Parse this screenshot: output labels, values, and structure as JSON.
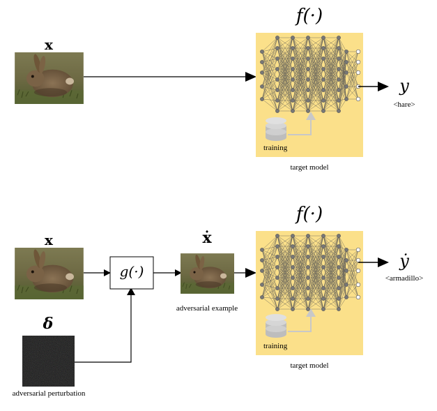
{
  "top": {
    "input_symbol": "x",
    "model_symbol": "f(·)",
    "output_symbol": "y",
    "output_label": "<hare>",
    "training_label": "training",
    "model_caption": "target model"
  },
  "bottom": {
    "input_symbol": "x",
    "perturbation_symbol": "δ",
    "generator_symbol": "g(·)",
    "adv_symbol": "ẋ",
    "adv_label": "adversarial example",
    "perturbation_label": "adversarial perturbation",
    "model_symbol": "f(·)",
    "output_symbol": "ẏ",
    "output_label": "<armadillo>",
    "training_label": "training",
    "model_caption": "target model"
  },
  "colors": {
    "model_box": "#fbe08a",
    "node_fill": "#777777",
    "output_node_fill": "#ffffff",
    "training_arrow": "#c8c8c8",
    "db_fill": "#bdbdbd",
    "text": "#000000"
  },
  "icons": [
    "hare-image",
    "noise-image",
    "neural-network",
    "database-icon"
  ]
}
